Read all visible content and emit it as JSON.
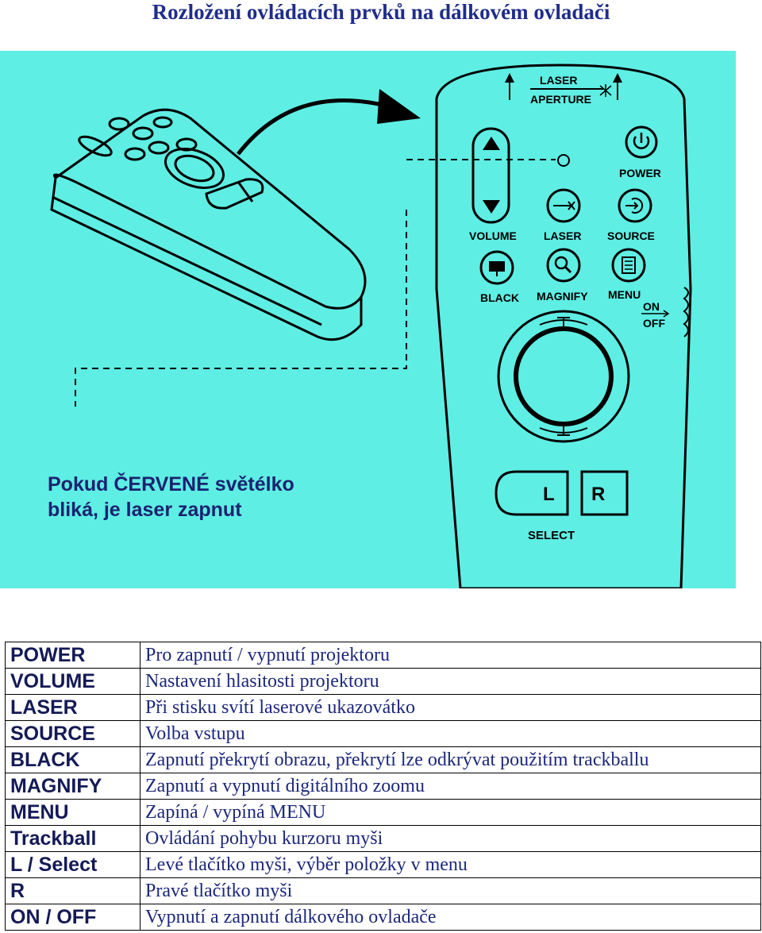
{
  "title": "Rozložení ovládacích prvků na dálkovém ovladači",
  "figure": {
    "background_color": "#5eeee4",
    "led_note": [
      "Pokud ČERVENÉ světélko",
      "bliká, je laser zapnut"
    ],
    "remote_labels": {
      "laser": "LASER",
      "aperture": "APERTURE",
      "power": "POWER",
      "volume": "VOLUME",
      "laser_button": "LASER",
      "source": "SOURCE",
      "black": "BLACK",
      "magnify": "MAGNIFY",
      "menu": "MENU",
      "on": "ON",
      "off": "OFF",
      "left": "L",
      "right": "R",
      "select": "SELECT"
    },
    "icons": [
      "arrow-up-icon",
      "arrow-down-icon",
      "power-icon",
      "laser-icon",
      "source-icon",
      "black-screen-icon",
      "magnify-icon",
      "menu-icon",
      "trackball-icon",
      "remote-illustration",
      "pointer-arrow-icon"
    ]
  },
  "legend": [
    {
      "key": "POWER",
      "desc": "Pro zapnutí / vypnutí projektoru"
    },
    {
      "key": "VOLUME",
      "desc": "Nastavení hlasitosti projektoru"
    },
    {
      "key": "LASER",
      "desc": "Při stisku svítí laserové ukazovátko"
    },
    {
      "key": "SOURCE",
      "desc": "Volba vstupu"
    },
    {
      "key": "BLACK",
      "desc": "Zapnutí překrytí obrazu, překrytí lze odkrývat použitím trackballu"
    },
    {
      "key": "MAGNIFY",
      "desc": "Zapnutí a vypnutí digitálního zoomu"
    },
    {
      "key": "MENU",
      "desc": "Zapíná / vypíná MENU"
    },
    {
      "key": "Trackball",
      "desc": "Ovládání pohybu kurzoru myši"
    },
    {
      "key": "L / Select",
      "desc": "Levé tlačítko myši, výběr položky v menu"
    },
    {
      "key": "R",
      "desc": "Pravé tlačítko myši"
    },
    {
      "key": "ON / OFF",
      "desc": "Vypnutí a zapnutí dálkového ovladače"
    }
  ]
}
